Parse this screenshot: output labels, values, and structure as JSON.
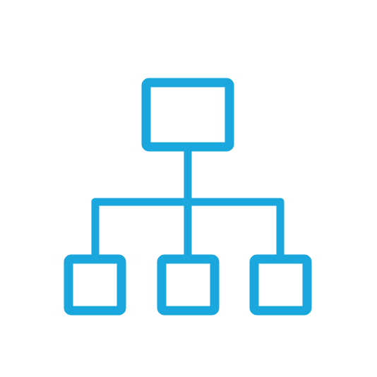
{
  "icon": {
    "name": "hierarchy-icon",
    "stroke_color": "#1AA7DE",
    "background_color": "#FFFFFF",
    "nodes": [
      {
        "id": "root",
        "level": "parent"
      },
      {
        "id": "child-left",
        "level": "child"
      },
      {
        "id": "child-center",
        "level": "child"
      },
      {
        "id": "child-right",
        "level": "child"
      }
    ]
  }
}
